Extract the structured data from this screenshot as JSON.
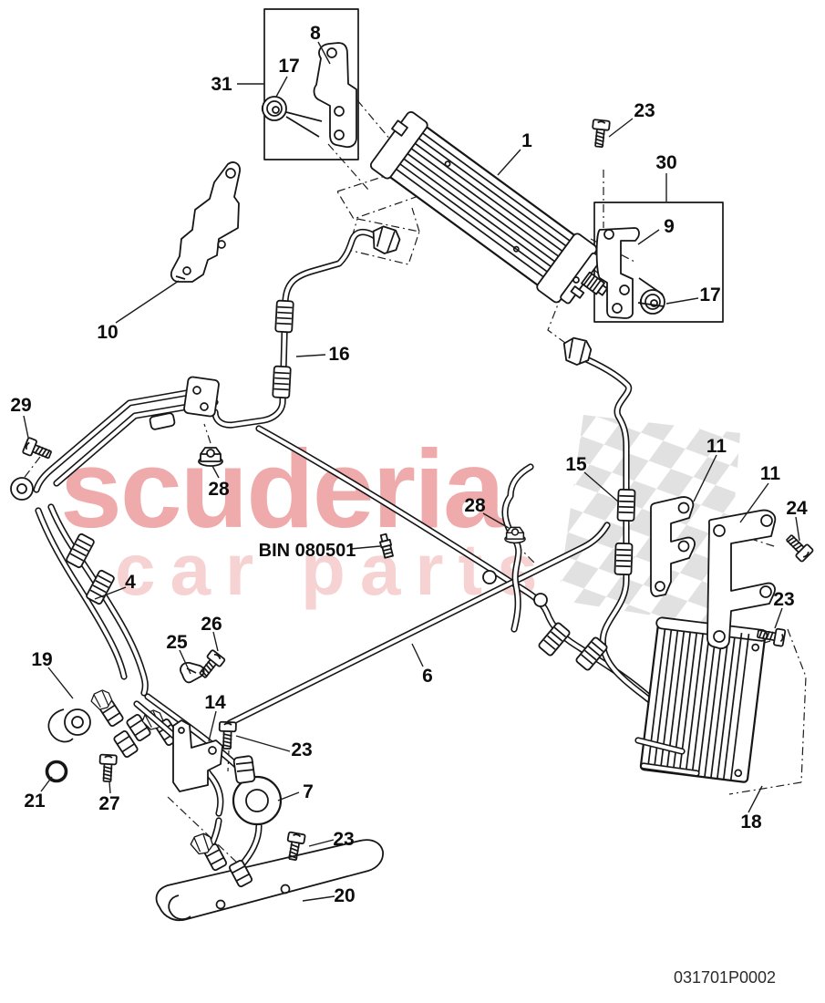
{
  "document": {
    "bin_label": "BIN 080501",
    "doc_number": "031701P0002",
    "watermark_primary": "scuderia",
    "watermark_word1": "car",
    "watermark_word2": "parts"
  },
  "colors": {
    "line": "#161616",
    "watermark_primary": "#efabab",
    "watermark_secondary": "#f6d2d2",
    "flag_gray": "#dadada"
  },
  "callouts": [
    {
      "t": "31"
    },
    {
      "t": "8"
    },
    {
      "t": "17"
    },
    {
      "t": "1"
    },
    {
      "t": "23"
    },
    {
      "t": "30"
    },
    {
      "t": "9"
    },
    {
      "t": "17"
    },
    {
      "t": "10"
    },
    {
      "t": "16"
    },
    {
      "t": "29"
    },
    {
      "t": "28"
    },
    {
      "t": "4"
    },
    {
      "t": "19"
    },
    {
      "t": "26"
    },
    {
      "t": "25"
    },
    {
      "t": "14"
    },
    {
      "t": "21"
    },
    {
      "t": "27"
    },
    {
      "t": "23"
    },
    {
      "t": "7"
    },
    {
      "t": "23"
    },
    {
      "t": "20"
    },
    {
      "t": "6"
    },
    {
      "t": "28"
    },
    {
      "t": "15"
    },
    {
      "t": "11"
    },
    {
      "t": "11"
    },
    {
      "t": "24"
    },
    {
      "t": "23"
    },
    {
      "t": "18"
    }
  ]
}
